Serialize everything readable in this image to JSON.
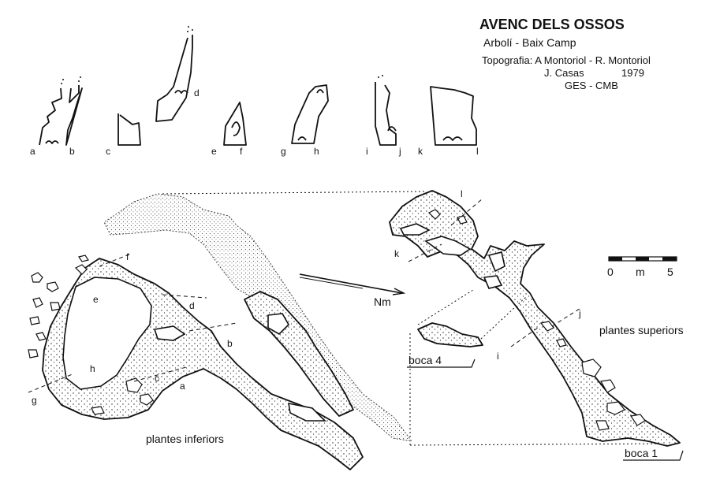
{
  "title": "AVENC DELS OSSOS",
  "location": "Arbolí - Baix Camp",
  "credits": {
    "line1": "Topografia: A Montoriol - R. Montoriol",
    "line2_name": "J. Casas",
    "line2_year": "1979",
    "line3": "GES - CMB"
  },
  "section_labels": [
    "a",
    "b",
    "c",
    "d",
    "e",
    "f",
    "g",
    "h",
    "i",
    "j",
    "k",
    "l"
  ],
  "plan_labels": {
    "lower": "plantes inferiors",
    "upper": "plantes superiors"
  },
  "entrances": {
    "boca1": "boca 1",
    "boca4": "boca 4"
  },
  "north_label": "Nm",
  "scale_bar": {
    "start": "0",
    "unit": "m",
    "end": "5"
  }
}
